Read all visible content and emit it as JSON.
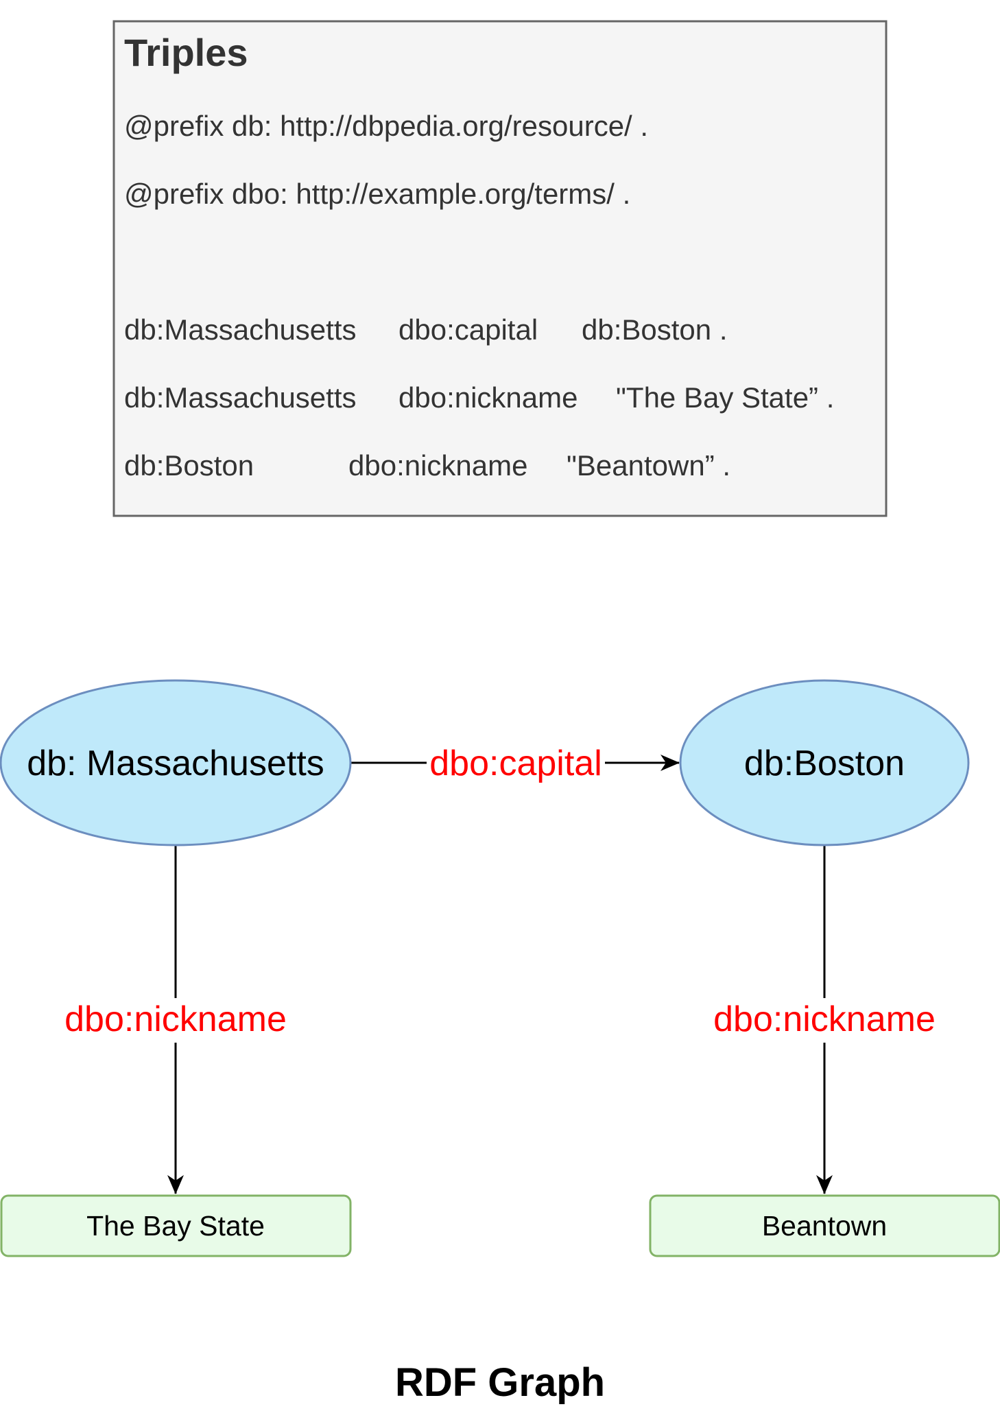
{
  "triples_box": {
    "title": "Triples",
    "prefixes": [
      "@prefix db: http://dbpedia.org/resource/ .",
      "@prefix dbo: http://example.org/terms/ ."
    ],
    "triples": [
      {
        "subject": "db:Massachusetts",
        "predicate": "dbo:capital",
        "object": "db:Boston ."
      },
      {
        "subject": "db:Massachusetts",
        "predicate": "dbo:nickname",
        "object": "\"The Bay State” ."
      },
      {
        "subject": "db:Boston",
        "predicate": "dbo:nickname",
        "object": "\"Beantown” ."
      }
    ]
  },
  "graph": {
    "nodes": {
      "massachusetts": "db: Massachusetts",
      "boston": "db:Boston"
    },
    "edges": {
      "capital": "dbo:capital",
      "nickname_ma": "dbo:nickname",
      "nickname_boston": "dbo:nickname"
    },
    "literals": {
      "bay_state": "The Bay State",
      "beantown": "Beantown"
    },
    "colors": {
      "node_fill": "#bfe9fa",
      "node_stroke": "#6c8ebf",
      "literal_fill": "#e8fbe8",
      "literal_stroke": "#82b366",
      "edge_label": "#ff0000",
      "box_fill": "#f5f5f5",
      "box_stroke": "#666666"
    }
  },
  "caption": "RDF Graph"
}
